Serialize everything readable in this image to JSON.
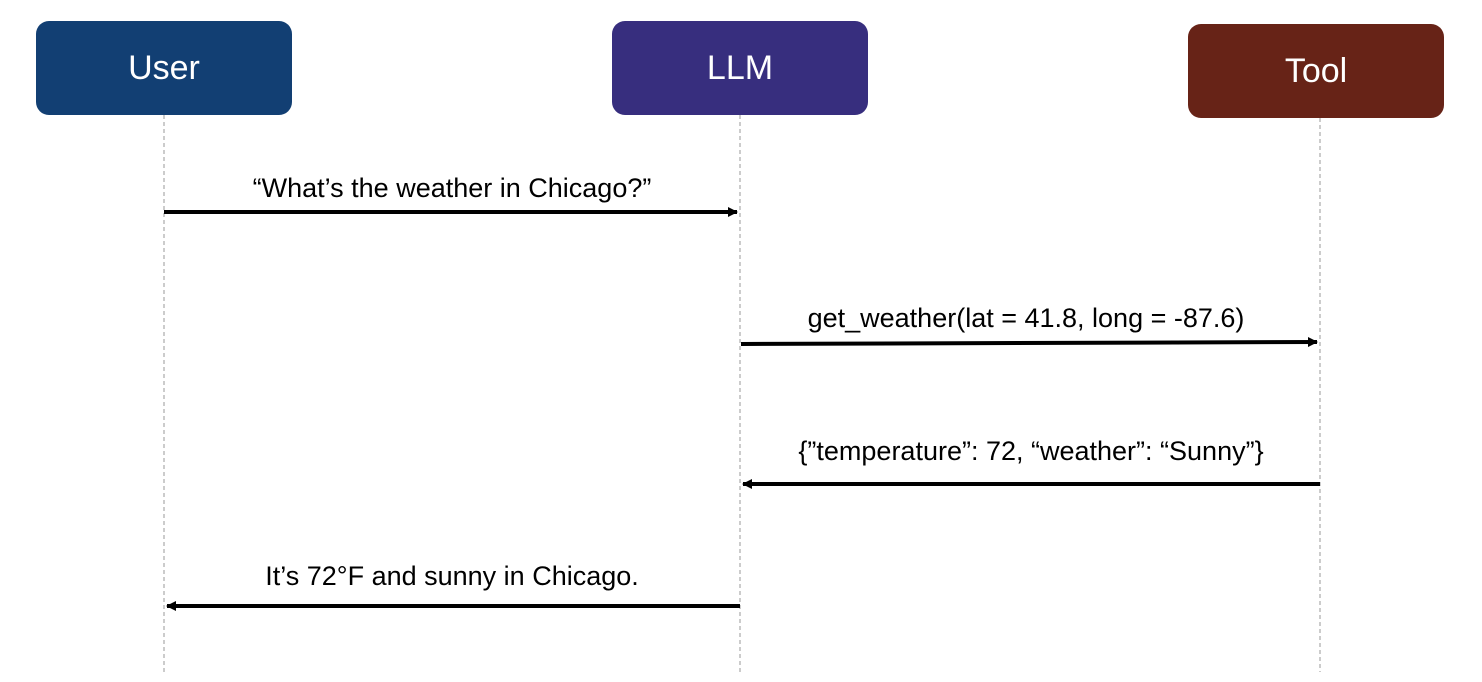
{
  "actors": [
    {
      "name": "User",
      "color": "#123f73"
    },
    {
      "name": "LLM",
      "color": "#372e7e"
    },
    {
      "name": "Tool",
      "color": "#672317"
    }
  ],
  "messages": [
    {
      "from": "User",
      "to": "LLM",
      "label": "“What’s the weather in Chicago?”"
    },
    {
      "from": "LLM",
      "to": "Tool",
      "label": "get_weather(lat = 41.8, long = -87.6)"
    },
    {
      "from": "Tool",
      "to": "LLM",
      "label": "{”temperature”: 72, “weather”: “Sunny”}"
    },
    {
      "from": "LLM",
      "to": "User",
      "label": "It’s 72°F and sunny in Chicago."
    }
  ]
}
